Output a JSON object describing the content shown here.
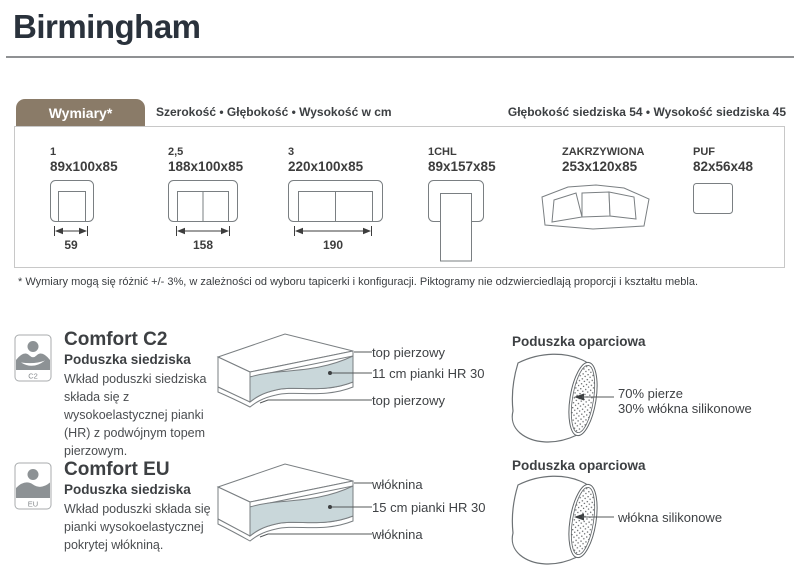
{
  "page": {
    "title": "Birmingham"
  },
  "dimensions_panel": {
    "tab_label": "Wymiary*",
    "units_note": "Szerokość • Głębokość • Wysokość w cm",
    "seat_note": "Głębokość siedziska 54 • Wysokość siedziska 45",
    "items": [
      {
        "name": "1",
        "size": "89x100x85",
        "seat_width": "59",
        "icon": "armchair-icon"
      },
      {
        "name": "2,5",
        "size": "188x100x85",
        "seat_width": "158",
        "icon": "sofa-2-seat-icon"
      },
      {
        "name": "3",
        "size": "220x100x85",
        "seat_width": "190",
        "icon": "sofa-3-seat-icon"
      },
      {
        "name": "1CHL",
        "size": "89x157x85",
        "icon": "chaise-longue-icon"
      },
      {
        "name": "ZAKRZYWIONA",
        "size": "253x120x85",
        "icon": "curved-sofa-icon"
      },
      {
        "name": "PUF",
        "size": "82x56x48",
        "icon": "pouf-icon"
      }
    ],
    "footnote": "* Wymiary mogą się różnić +/- 3%, w zależności od wyboru tapicerki i konfiguracji. Piktogramy nie odzwierciedlają proporcji i kształtu mebla."
  },
  "comfort_sections": [
    {
      "badge": "C2",
      "title": "Comfort C2",
      "subtitle": "Poduszka siedziska",
      "description": "Wkład poduszki siedziska składa się z wysokoelastycznej pianki (HR) z podwójnym topem pierzowym.",
      "seat_cushion": {
        "top_label": "top pierzowy",
        "core_label": "11 cm pianki HR 30",
        "bottom_label": "top pierzowy"
      },
      "back_cushion": {
        "title": "Poduszka oparciowa",
        "label_line1": "70% pierze",
        "label_line2": "30% włókna silikonowe"
      }
    },
    {
      "badge": "EU",
      "title": "Comfort EU",
      "subtitle": "Poduszka siedziska",
      "description": "Wkład poduszki składa się pianki wysokoelastycznej pokrytej włókniną.",
      "seat_cushion": {
        "top_label": "włóknina",
        "core_label": "15 cm pianki HR 30",
        "bottom_label": "włóknina"
      },
      "back_cushion": {
        "title": "Poduszka oparciowa",
        "label_line1": "włókna silikonowe"
      }
    }
  ],
  "colors": {
    "tab_background": "#8a7b68",
    "title_text": "#2a323c",
    "foam_fill": "#c9d7da",
    "outline": "#7a7f82",
    "text": "#3e4144"
  }
}
